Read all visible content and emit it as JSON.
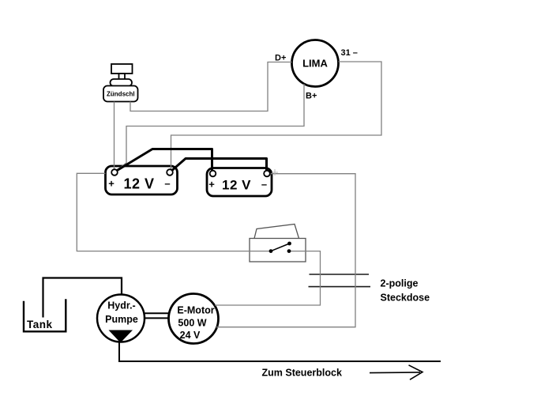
{
  "diagram": {
    "colors": {
      "background": "#ffffff",
      "wire": "#808080",
      "component": "#000000",
      "switch_outline": "#555555",
      "artifact": "#b8b8b8"
    },
    "alternator": {
      "label": "LIMA",
      "terminal_d_plus": "D+",
      "terminal_31_minus": "31 –",
      "terminal_b_plus": "B+"
    },
    "ignition_switch": {
      "label": "Zündschl"
    },
    "battery_1": {
      "plus": "+",
      "label": "12 V",
      "minus": "–"
    },
    "battery_2": {
      "plus": "+",
      "label": "12 V",
      "minus": "–"
    },
    "socket": {
      "line1": "2-polige",
      "line2": "Steckdose"
    },
    "pump": {
      "line1": "Hydr.-",
      "line2": "Pumpe"
    },
    "motor": {
      "line1": "E-Motor",
      "line2": "500 W",
      "line3": "24 V"
    },
    "tank": {
      "label": "Tank"
    },
    "flow_label": "Zum Steuerblock"
  }
}
